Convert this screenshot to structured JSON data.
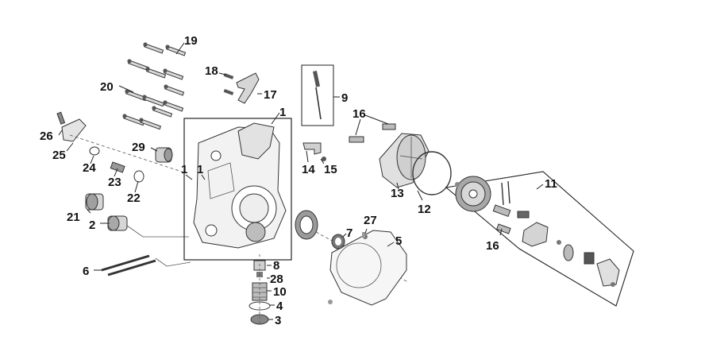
{
  "labels": {
    "l1": "1",
    "l1a": "1",
    "l1b": "1",
    "l2": "2",
    "l3": "3",
    "l4": "4",
    "l5": "5",
    "l6": "6",
    "l7": "7",
    "l8": "8",
    "l9": "9",
    "l10": "10",
    "l11": "11",
    "l12": "12",
    "l13": "13",
    "l14": "14",
    "l15": "15",
    "l16a": "16",
    "l16b": "16",
    "l17": "17",
    "l18": "18",
    "l19": "19",
    "l20": "20",
    "l21": "21",
    "l22": "22",
    "l23": "23",
    "l24": "24",
    "l25": "25",
    "l26": "26",
    "l27": "27",
    "l28": "28",
    "l29": "29"
  },
  "colors": {
    "line": "#222222",
    "part_fill": "#dcdcdc",
    "part_dark": "#9a9a9a",
    "label": "#111111",
    "background": "#ffffff"
  }
}
